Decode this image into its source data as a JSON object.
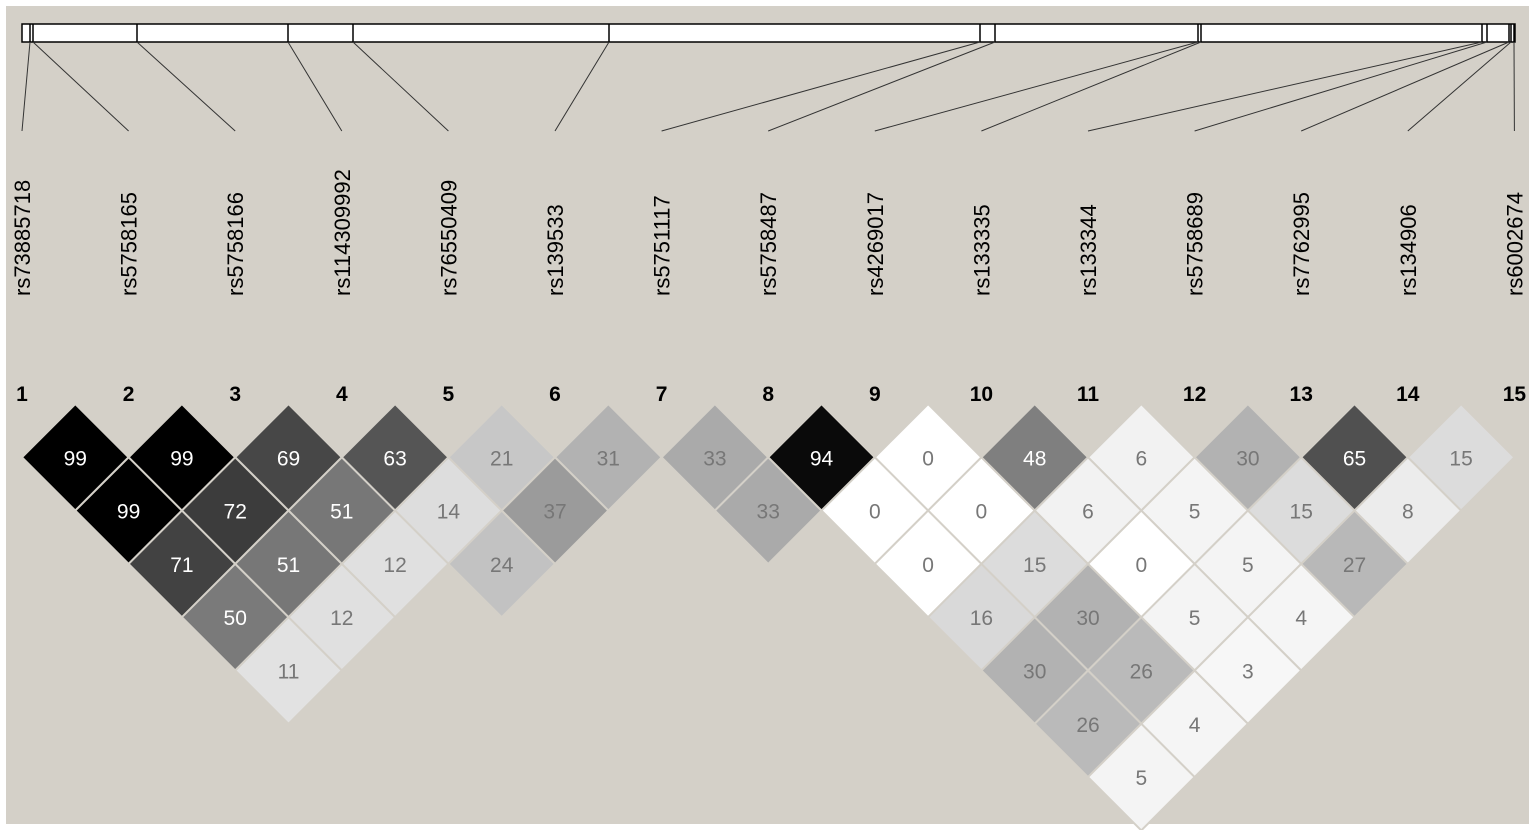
{
  "snps": [
    {
      "index": "1",
      "name": "rs73885718"
    },
    {
      "index": "2",
      "name": "rs5758165"
    },
    {
      "index": "3",
      "name": "rs5758166"
    },
    {
      "index": "4",
      "name": "rs114309992"
    },
    {
      "index": "5",
      "name": "rs76550409"
    },
    {
      "index": "6",
      "name": "rs139533"
    },
    {
      "index": "7",
      "name": "rs5751117"
    },
    {
      "index": "8",
      "name": "rs5758487"
    },
    {
      "index": "9",
      "name": "rs4269017"
    },
    {
      "index": "10",
      "name": "rs133335"
    },
    {
      "index": "11",
      "name": "rs133344"
    },
    {
      "index": "12",
      "name": "rs5758689"
    },
    {
      "index": "13",
      "name": "rs7762995"
    },
    {
      "index": "14",
      "name": "rs134906"
    },
    {
      "index": "15",
      "name": "rs6002674"
    }
  ],
  "ld_cells": [
    {
      "i": 1,
      "j": 2,
      "value": "99",
      "fill": "#000000"
    },
    {
      "i": 2,
      "j": 3,
      "value": "99",
      "fill": "#000000"
    },
    {
      "i": 3,
      "j": 4,
      "value": "69",
      "fill": "#474747"
    },
    {
      "i": 4,
      "j": 5,
      "value": "63",
      "fill": "#555555"
    },
    {
      "i": 5,
      "j": 6,
      "value": "21",
      "fill": "#c7c7c7"
    },
    {
      "i": 6,
      "j": 7,
      "value": "31",
      "fill": "#b2b2b2"
    },
    {
      "i": 7,
      "j": 8,
      "value": "33",
      "fill": "#aaaaaa"
    },
    {
      "i": 8,
      "j": 9,
      "value": "94",
      "fill": "#0a0a0a"
    },
    {
      "i": 9,
      "j": 10,
      "value": "0",
      "fill": "#ffffff"
    },
    {
      "i": 10,
      "j": 11,
      "value": "48",
      "fill": "#7f7f7f"
    },
    {
      "i": 11,
      "j": 12,
      "value": "6",
      "fill": "#f2f2f2"
    },
    {
      "i": 12,
      "j": 13,
      "value": "30",
      "fill": "#b2b2b2"
    },
    {
      "i": 13,
      "j": 14,
      "value": "65",
      "fill": "#505050"
    },
    {
      "i": 14,
      "j": 15,
      "value": "15",
      "fill": "#dcdcdc"
    },
    {
      "i": 1,
      "j": 3,
      "value": "99",
      "fill": "#000000"
    },
    {
      "i": 2,
      "j": 4,
      "value": "72",
      "fill": "#3c3c3c"
    },
    {
      "i": 3,
      "j": 5,
      "value": "51",
      "fill": "#777777"
    },
    {
      "i": 4,
      "j": 6,
      "value": "14",
      "fill": "#dddddd"
    },
    {
      "i": 5,
      "j": 7,
      "value": "37",
      "fill": "#9b9b9b"
    },
    {
      "i": 7,
      "j": 9,
      "value": "33",
      "fill": "#aaaaaa"
    },
    {
      "i": 8,
      "j": 10,
      "value": "0",
      "fill": "#ffffff"
    },
    {
      "i": 9,
      "j": 11,
      "value": "0",
      "fill": "#ffffff"
    },
    {
      "i": 10,
      "j": 12,
      "value": "6",
      "fill": "#f2f2f2"
    },
    {
      "i": 11,
      "j": 13,
      "value": "5",
      "fill": "#f4f4f4"
    },
    {
      "i": 12,
      "j": 14,
      "value": "15",
      "fill": "#dcdcdc"
    },
    {
      "i": 13,
      "j": 15,
      "value": "8",
      "fill": "#ececec"
    },
    {
      "i": 1,
      "j": 4,
      "value": "71",
      "fill": "#424242"
    },
    {
      "i": 2,
      "j": 5,
      "value": "51",
      "fill": "#777777"
    },
    {
      "i": 3,
      "j": 6,
      "value": "12",
      "fill": "#e0e0e0"
    },
    {
      "i": 4,
      "j": 7,
      "value": "24",
      "fill": "#c2c2c2"
    },
    {
      "i": 8,
      "j": 11,
      "value": "0",
      "fill": "#ffffff"
    },
    {
      "i": 9,
      "j": 12,
      "value": "15",
      "fill": "#dcdcdc"
    },
    {
      "i": 10,
      "j": 13,
      "value": "0",
      "fill": "#ffffff"
    },
    {
      "i": 11,
      "j": 14,
      "value": "5",
      "fill": "#f4f4f4"
    },
    {
      "i": 12,
      "j": 15,
      "value": "27",
      "fill": "#b8b8b8"
    },
    {
      "i": 1,
      "j": 5,
      "value": "50",
      "fill": "#7a7a7a"
    },
    {
      "i": 2,
      "j": 6,
      "value": "12",
      "fill": "#e0e0e0"
    },
    {
      "i": 8,
      "j": 12,
      "value": "16",
      "fill": "#d9d9d9"
    },
    {
      "i": 9,
      "j": 13,
      "value": "30",
      "fill": "#b2b2b2"
    },
    {
      "i": 10,
      "j": 14,
      "value": "5",
      "fill": "#f4f4f4"
    },
    {
      "i": 11,
      "j": 15,
      "value": "4",
      "fill": "#f5f5f5"
    },
    {
      "i": 1,
      "j": 6,
      "value": "11",
      "fill": "#e2e2e2"
    },
    {
      "i": 8,
      "j": 13,
      "value": "30",
      "fill": "#b2b2b2"
    },
    {
      "i": 9,
      "j": 14,
      "value": "26",
      "fill": "#bababa"
    },
    {
      "i": 10,
      "j": 15,
      "value": "3",
      "fill": "#f7f7f7"
    },
    {
      "i": 8,
      "j": 14,
      "value": "26",
      "fill": "#bababa"
    },
    {
      "i": 9,
      "j": 15,
      "value": "4",
      "fill": "#f5f5f5"
    },
    {
      "i": 8,
      "j": 15,
      "value": "5",
      "fill": "#f4f4f4"
    }
  ],
  "colors": {
    "background": "#d4d0c8",
    "cell_border": "#d4d0c8",
    "dark_text": "#ffffff",
    "light_text": "#777777"
  }
}
